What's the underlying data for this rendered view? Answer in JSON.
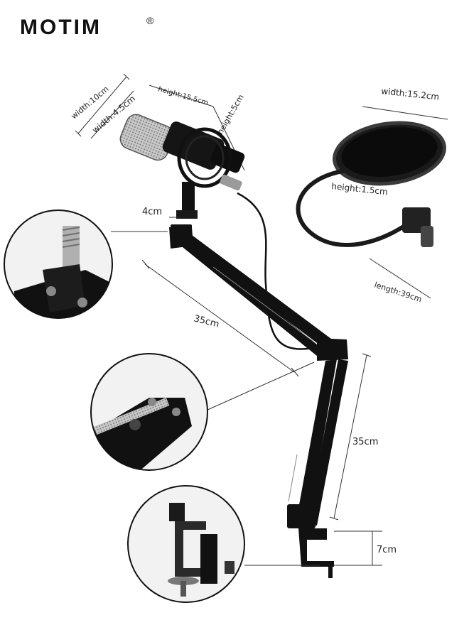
{
  "brand": {
    "name": "MOTIM",
    "registered_mark": "®"
  },
  "dimensions": {
    "mic_width_body": "width:10cm",
    "mic_width_head": "width:4.5cm",
    "mic_height": "height:15.5cm",
    "mount_height": "height:5cm",
    "filter_width": "width:15.2cm",
    "filter_height": "height:1.5cm",
    "gooseneck_length": "length:39cm",
    "mount_spacing": "4cm",
    "upper_arm": "35cm",
    "lower_arm": "35cm",
    "clamp_opening": "7cm"
  },
  "colors": {
    "metal": "#141414",
    "mic_grille": "#bdbdbd",
    "line": "#222222",
    "circle_bg": "#f2f2f2"
  }
}
